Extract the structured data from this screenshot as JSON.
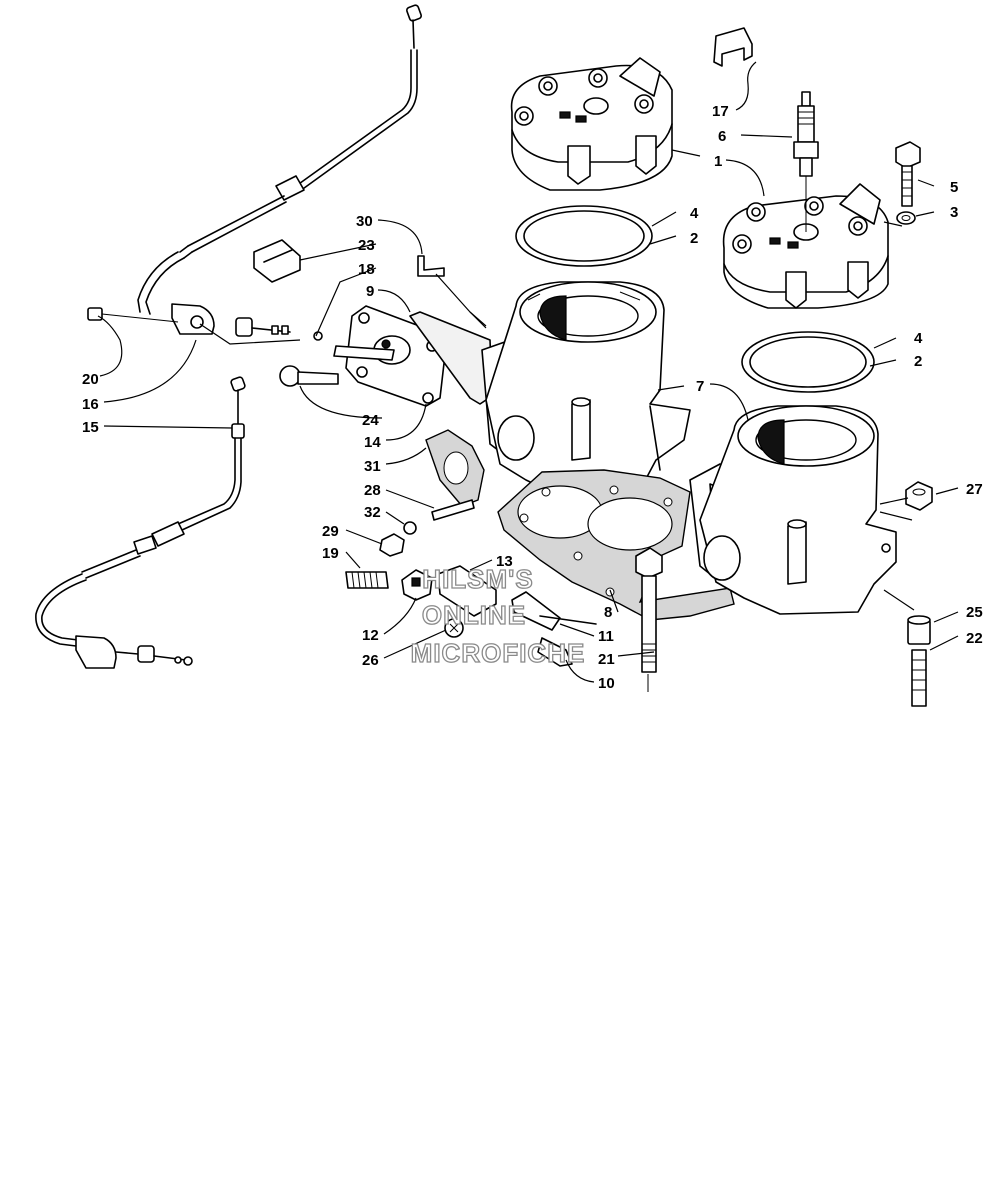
{
  "callouts": [
    {
      "id": "c1",
      "text": "1"
    },
    {
      "id": "c2a",
      "text": "2"
    },
    {
      "id": "c2b",
      "text": "2"
    },
    {
      "id": "c3",
      "text": "3"
    },
    {
      "id": "c4a",
      "text": "4"
    },
    {
      "id": "c4b",
      "text": "4"
    },
    {
      "id": "c5",
      "text": "5"
    },
    {
      "id": "c6",
      "text": "6"
    },
    {
      "id": "c7",
      "text": "7"
    },
    {
      "id": "c8",
      "text": "8"
    },
    {
      "id": "c9",
      "text": "9"
    },
    {
      "id": "c10",
      "text": "10"
    },
    {
      "id": "c11",
      "text": "11"
    },
    {
      "id": "c12",
      "text": "12"
    },
    {
      "id": "c13",
      "text": "13"
    },
    {
      "id": "c14",
      "text": "14"
    },
    {
      "id": "c15",
      "text": "15"
    },
    {
      "id": "c16",
      "text": "16"
    },
    {
      "id": "c17",
      "text": "17"
    },
    {
      "id": "c18",
      "text": "18"
    },
    {
      "id": "c19",
      "text": "19"
    },
    {
      "id": "c20",
      "text": "20"
    },
    {
      "id": "c21",
      "text": "21"
    },
    {
      "id": "c22",
      "text": "22"
    },
    {
      "id": "c23",
      "text": "23"
    },
    {
      "id": "c24",
      "text": "24"
    },
    {
      "id": "c25",
      "text": "25"
    },
    {
      "id": "c26",
      "text": "26"
    },
    {
      "id": "c27",
      "text": "27"
    },
    {
      "id": "c28",
      "text": "28"
    },
    {
      "id": "c29",
      "text": "29"
    },
    {
      "id": "c30",
      "text": "30"
    },
    {
      "id": "c31",
      "text": "31"
    },
    {
      "id": "c32",
      "text": "32"
    }
  ],
  "watermark": [
    "HILSM'S",
    "ONLINE",
    "MICROFICHE"
  ]
}
